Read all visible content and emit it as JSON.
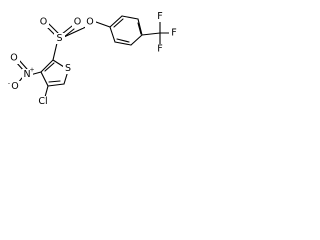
{
  "molecule": {
    "atoms": {
      "ester_oxygen": "O",
      "sulfonyl_sulfur": "S",
      "sulfonyl_oxygen_left": "O",
      "sulfonyl_oxygen_right": "O",
      "ring_sulfur": "S",
      "chlorine": "Cl",
      "nitro_nitrogen": "N",
      "nitro_nitrogen_charge": "+",
      "nitro_oxygen_double": "O",
      "nitro_oxygen_single": "O",
      "nitro_oxygen_single_charge": "-",
      "fluorine_top": "F",
      "fluorine_right": "F",
      "fluorine_bottom": "F"
    }
  }
}
